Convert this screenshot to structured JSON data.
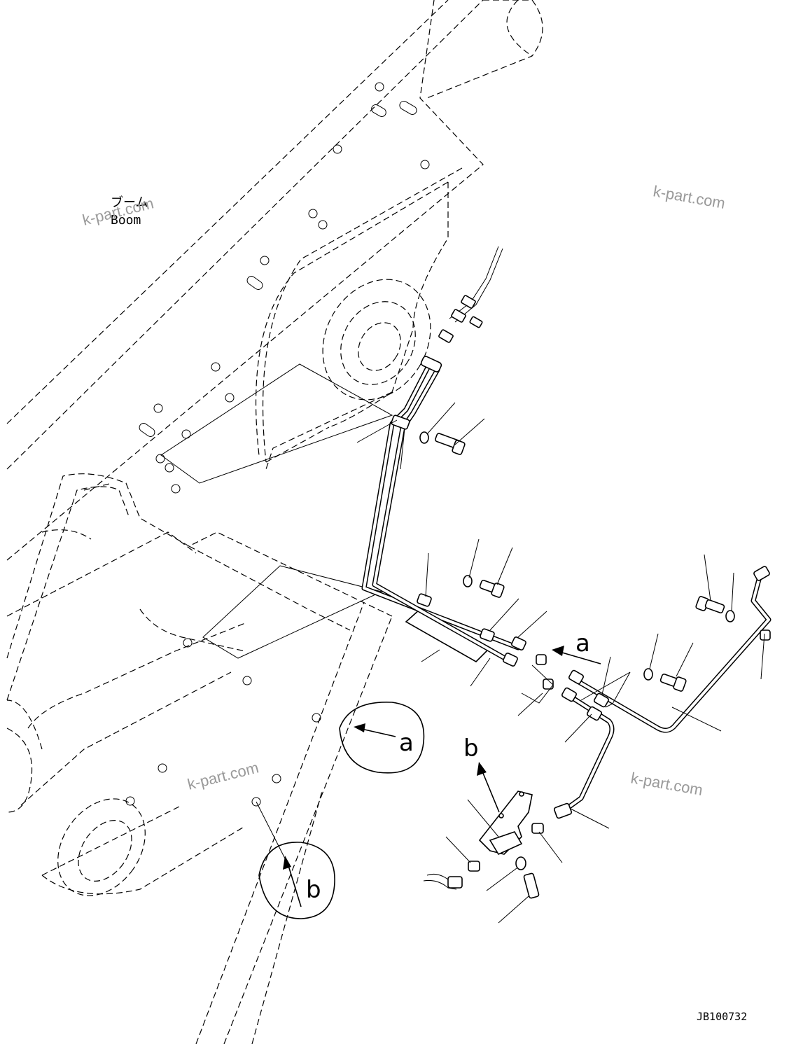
{
  "labels": {
    "boom_jp": "ブーム",
    "boom_en": "Boom",
    "drawing_number": "JB100732"
  },
  "callouts": {
    "a_main": "a",
    "b_main": "b",
    "a_detail": "a",
    "b_detail": "b"
  },
  "watermarks": [
    "k-part.com",
    "k-part.com",
    "k-part.com",
    "k-part.com"
  ],
  "colors": {
    "line": "#000000",
    "background": "#ffffff",
    "watermark": "#9a9a9a"
  }
}
